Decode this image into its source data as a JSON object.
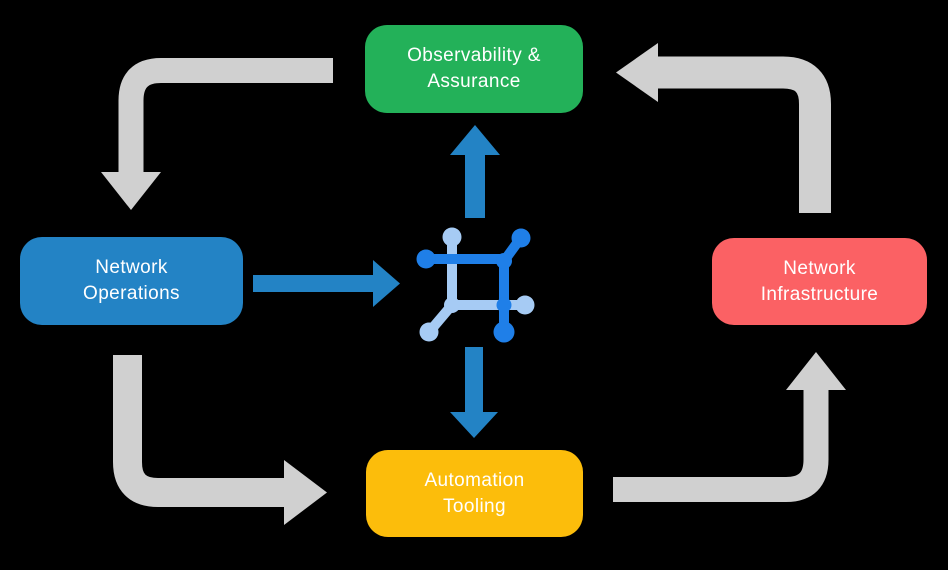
{
  "colors": {
    "background": "#000000",
    "arrow-gray": "#D0D0D0",
    "arrow-blue": "#2383C5",
    "icon-dark-blue": "#1F7FE8",
    "icon-light-blue": "#A6CBF4",
    "node-observability": "#23B159",
    "node-operations": "#2383C5",
    "node-infrastructure": "#FB6164",
    "node-automation": "#FCBD0B",
    "node-text": "#FFFFFF"
  },
  "diagram": {
    "nodes": {
      "observability": {
        "label": "Observability &\nAssurance"
      },
      "operations": {
        "label": "Network\nOperations"
      },
      "infrastructure": {
        "label": "Network\nInfrastructure"
      },
      "automation": {
        "label": "Automation\nTooling"
      }
    },
    "center_icon": "network-fabric-icon",
    "cycle_flows": [
      "Observability & Assurance -> Network Operations",
      "Network Operations -> Automation Tooling",
      "Automation Tooling -> Network Infrastructure",
      "Network Infrastructure -> Observability & Assurance"
    ],
    "center_flows": [
      "Network Operations -> network fabric",
      "network fabric -> Observability & Assurance",
      "network fabric -> Automation Tooling"
    ]
  }
}
